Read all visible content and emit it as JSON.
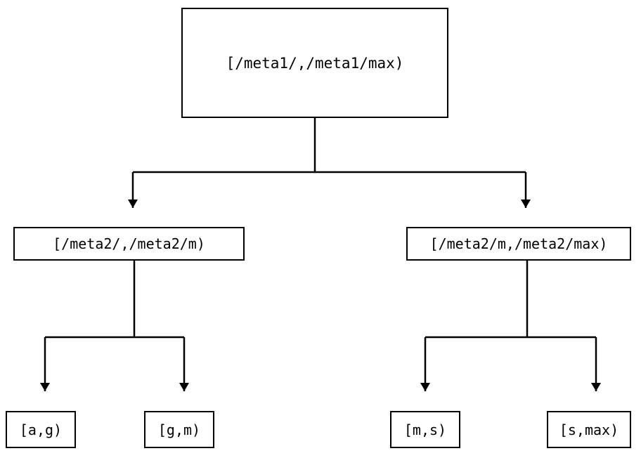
{
  "diagram": {
    "type": "tree",
    "orientation": "top-down",
    "stroke_color": "#000000",
    "background_color": "#ffffff",
    "box_fill": "#ffffff",
    "nodes": {
      "root": {
        "label": "[/meta1/,/meta1/max)"
      },
      "level2": [
        {
          "label": "[/meta2/,/meta2/m)"
        },
        {
          "label": "[/meta2/m,/meta2/max)"
        }
      ],
      "leaves": [
        {
          "label": "[a,g)"
        },
        {
          "label": "[g,m)"
        },
        {
          "label": "[m,s)"
        },
        {
          "label": "[s,max)"
        }
      ]
    },
    "edges": [
      {
        "from": "root",
        "to": "[/meta2/,/meta2/m)",
        "arrow": "filled-triangle-down"
      },
      {
        "from": "root",
        "to": "[/meta2/m,/meta2/max)",
        "arrow": "filled-triangle-down"
      },
      {
        "from": "[/meta2/,/meta2/m)",
        "to": "[a,g)",
        "arrow": "filled-triangle-down"
      },
      {
        "from": "[/meta2/,/meta2/m)",
        "to": "[g,m)",
        "arrow": "filled-triangle-down"
      },
      {
        "from": "[/meta2/m,/meta2/max)",
        "to": "[m,s)",
        "arrow": "filled-triangle-down"
      },
      {
        "from": "[/meta2/m,/meta2/max)",
        "to": "[s,max)",
        "arrow": "filled-triangle-down"
      }
    ]
  }
}
